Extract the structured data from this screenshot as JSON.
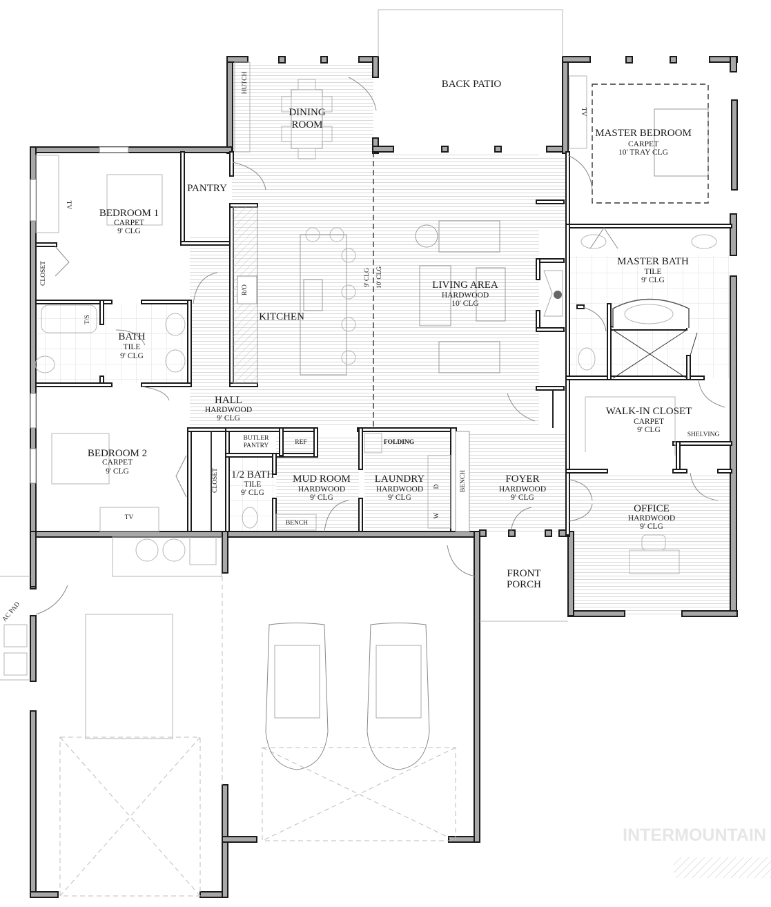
{
  "plan": {
    "watermark": "INTERMOUNTAIN",
    "colors": {
      "wall_fill": "#a8a8a8",
      "wall_stroke": "#1a1a1a",
      "floor_line": "#d9d9d9",
      "text": "#1a1a1a",
      "watermark": "#e6e6e6"
    },
    "rooms": {
      "back_patio": {
        "name": "BACK PATIO"
      },
      "dining": {
        "name_line1": "DINING",
        "name_line2": "ROOM",
        "hutch": "HUTCH"
      },
      "master_bedroom": {
        "name": "MASTER BEDROOM",
        "floor": "CARPET",
        "ceiling": "10' TRAY CLG",
        "tv": "TV"
      },
      "bedroom1": {
        "name": "BEDROOM 1",
        "floor": "CARPET",
        "ceiling": "9' CLG",
        "tv": "TV",
        "closet": "CLOSET"
      },
      "pantry": {
        "name": "PANTRY"
      },
      "kitchen": {
        "name": "KITCHEN",
        "range": "R/O"
      },
      "ceiling_split": {
        "left": "9' CLG",
        "right": "10' CLG"
      },
      "living": {
        "name": "LIVING AREA",
        "floor": "HARDWOOD",
        "ceiling": "10' CLG"
      },
      "master_bath": {
        "name": "MASTER BATH",
        "floor": "TILE",
        "ceiling": "9' CLG"
      },
      "bath": {
        "name": "BATH",
        "floor": "TILE",
        "ceiling": "9' CLG",
        "tub": "T/S"
      },
      "hall": {
        "name": "HALL",
        "floor": "HARDWOOD",
        "ceiling": "9' CLG"
      },
      "walk_in_closet": {
        "name": "WALK-IN CLOSET",
        "floor": "CARPET",
        "ceiling": "9' CLG",
        "shelving": "SHELVING"
      },
      "bedroom2": {
        "name": "BEDROOM 2",
        "floor": "CARPET",
        "ceiling": "9' CLG",
        "tv": "TV",
        "closet": "CLOSET"
      },
      "butler_pantry": {
        "line1": "BUTLER",
        "line2": "PANTRY"
      },
      "ref": {
        "name": "REF"
      },
      "half_bath": {
        "name": "1/2 BATH",
        "floor": "TILE",
        "ceiling": "9' CLG"
      },
      "mud_room": {
        "name": "MUD ROOM",
        "floor": "HARDWOOD",
        "ceiling": "9' CLG",
        "bench": "BENCH"
      },
      "laundry": {
        "name": "LAUNDRY",
        "floor": "HARDWOOD",
        "ceiling": "9' CLG",
        "folding": "FOLDING",
        "dryer": "D",
        "washer": "W"
      },
      "foyer": {
        "name": "FOYER",
        "floor": "HARDWOOD",
        "ceiling": "9' CLG",
        "bench": "BENCH"
      },
      "office": {
        "name": "OFFICE",
        "floor": "HARDWOOD",
        "ceiling": "9' CLG"
      },
      "front_porch": {
        "name_line1": "FRONT",
        "name_line2": "PORCH"
      },
      "ac_pad": {
        "name": "AC PAD"
      }
    }
  }
}
